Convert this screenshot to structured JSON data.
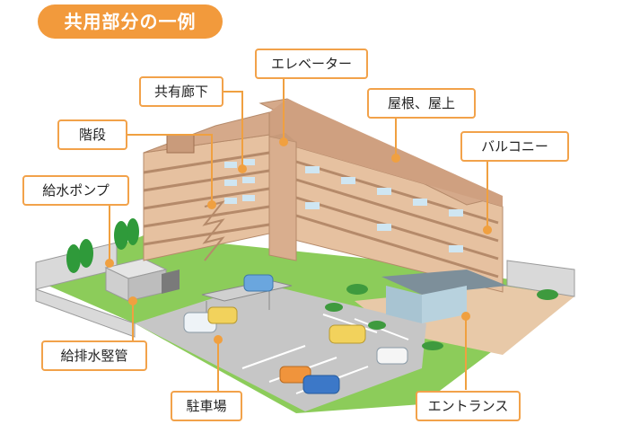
{
  "title": "共用部分の一例",
  "labels": {
    "elevator": "エレベーター",
    "corridor": "共有廊下",
    "roof": "屋根、屋上",
    "stairs": "階段",
    "balcony": "バルコニー",
    "pump": "給水ポンプ",
    "pipes": "給排水竪管",
    "parking": "駐車場",
    "entrance": "エントランス"
  },
  "colors": {
    "accent": "#f29a3c",
    "label_border": "#f2a24a",
    "leader_line": "#f0a040",
    "building": "#e0b99a",
    "roof": "#d5a98a",
    "lawn": "#8ccc5a",
    "asphalt": "#c6c6c6"
  }
}
